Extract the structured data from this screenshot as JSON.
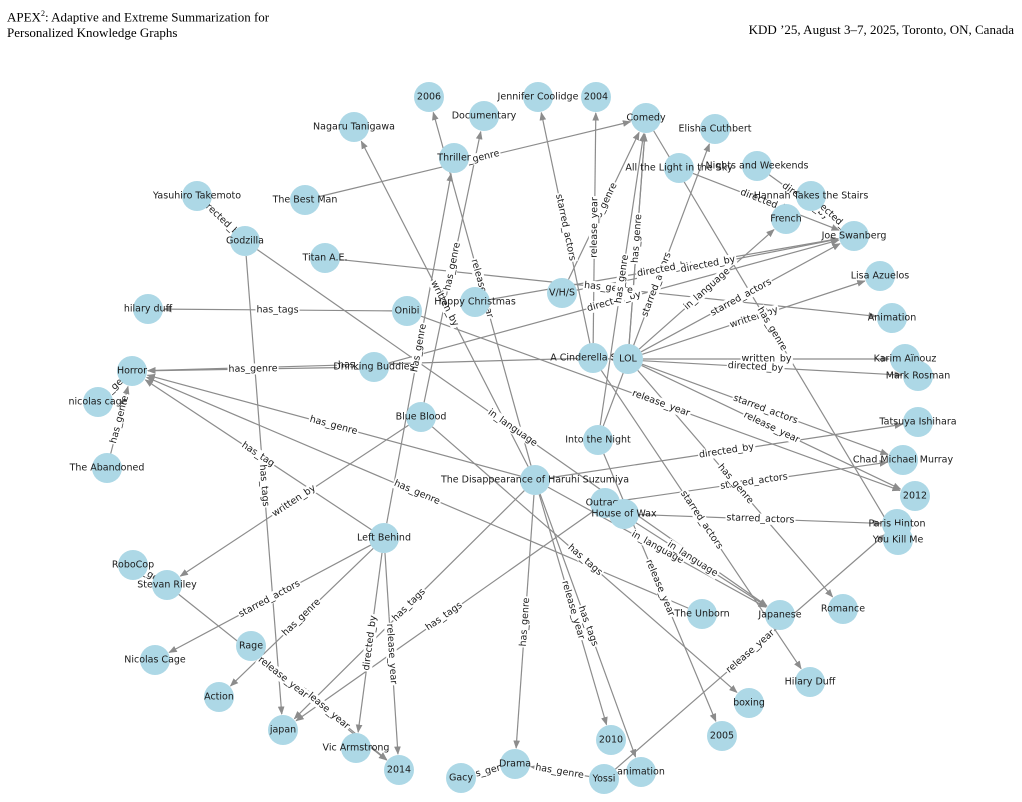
{
  "header": {
    "title_prefix": "APEX",
    "title_sup": "2",
    "title_rest": ": Adaptive and Extreme Summarization for",
    "title_line2": "Personalized Knowledge Graphs",
    "venue": "KDD ’25, August 3–7, 2025, Toronto, ON, Canada"
  },
  "graph": {
    "nodes": [
      {
        "id": "2006",
        "label": "2006"
      },
      {
        "id": "Documentary",
        "label": "Documentary"
      },
      {
        "id": "JenniferCoolidge",
        "label": "Jennifer Coolidge"
      },
      {
        "id": "2004",
        "label": "2004"
      },
      {
        "id": "Comedy",
        "label": "Comedy"
      },
      {
        "id": "ElishaCuthbert",
        "label": "Elisha Cuthbert"
      },
      {
        "id": "NagaruTanigawa",
        "label": "Nagaru Tanigawa"
      },
      {
        "id": "Thriller",
        "label": "Thriller"
      },
      {
        "id": "AllTheLight",
        "label": "All the Light in the Sky"
      },
      {
        "id": "NightsWeekends",
        "label": "Nights and Weekends"
      },
      {
        "id": "YasuhiroTakemoto",
        "label": "Yasuhiro Takemoto"
      },
      {
        "id": "TheBestMan",
        "label": "The Best Man"
      },
      {
        "id": "HannahStairs",
        "label": "Hannah Takes the Stairs"
      },
      {
        "id": "French",
        "label": "French"
      },
      {
        "id": "JoeSwanberg",
        "label": "Joe Swanberg"
      },
      {
        "id": "Godzilla",
        "label": "Godzilla"
      },
      {
        "id": "TitanAE",
        "label": "Titan A.E."
      },
      {
        "id": "LisaAzuelos",
        "label": "Lisa Azuelos"
      },
      {
        "id": "VHS",
        "label": "V/H/S"
      },
      {
        "id": "HappyChristmas",
        "label": "Happy Christmas"
      },
      {
        "id": "hilaryduff",
        "label": "hilary duff"
      },
      {
        "id": "Onibi",
        "label": "Onibi"
      },
      {
        "id": "Animation",
        "label": "Animation"
      },
      {
        "id": "Cinderella",
        "label": "A Cinderella Story"
      },
      {
        "id": "LOL",
        "label": "LOL"
      },
      {
        "id": "KarimAinouz",
        "label": "Karim Aïnouz"
      },
      {
        "id": "Horror",
        "label": "Horror"
      },
      {
        "id": "DrinkingBuddies",
        "label": "Drinking Buddies"
      },
      {
        "id": "MarkRosman",
        "label": "Mark Rosman"
      },
      {
        "id": "nicolascage",
        "label": "nicolas cage"
      },
      {
        "id": "TatsuyaIshihara",
        "label": "Tatsuya Ishihara"
      },
      {
        "id": "BlueBlood",
        "label": "Blue Blood"
      },
      {
        "id": "IntoTheNight",
        "label": "Into the Night"
      },
      {
        "id": "ChadMurray",
        "label": "Chad Michael Murray"
      },
      {
        "id": "TheAbandoned",
        "label": "The Abandoned"
      },
      {
        "id": "Haruhi",
        "label": "The Disappearance of Haruhi Suzumiya"
      },
      {
        "id": "2012",
        "label": "2012"
      },
      {
        "id": "Outrage",
        "label": "Outrage"
      },
      {
        "id": "HouseOfWax",
        "label": "House of Wax"
      },
      {
        "id": "ParisHinton",
        "label": "Paris Hinton"
      },
      {
        "id": "LeftBehind",
        "label": "Left Behind"
      },
      {
        "id": "YouKillMe",
        "label": "You Kill Me"
      },
      {
        "id": "RoboCop",
        "label": "RoboCop"
      },
      {
        "id": "StevanRiley",
        "label": "Stevan Riley"
      },
      {
        "id": "TheUnborn",
        "label": "The Unborn"
      },
      {
        "id": "Japanese",
        "label": "Japanese"
      },
      {
        "id": "Romance",
        "label": "Romance"
      },
      {
        "id": "Rage",
        "label": "Rage"
      },
      {
        "id": "NicolasCage",
        "label": "Nicolas Cage"
      },
      {
        "id": "HilaryDuff",
        "label": "Hilary Duff"
      },
      {
        "id": "Action",
        "label": "Action"
      },
      {
        "id": "boxing",
        "label": "boxing"
      },
      {
        "id": "japan",
        "label": "japan"
      },
      {
        "id": "2005",
        "label": "2005"
      },
      {
        "id": "2010",
        "label": "2010"
      },
      {
        "id": "VicArmstrong",
        "label": "Vic Armstrong"
      },
      {
        "id": "2014",
        "label": "2014"
      },
      {
        "id": "Drama",
        "label": "Drama"
      },
      {
        "id": "animation",
        "label": "animation"
      },
      {
        "id": "Gacy",
        "label": "Gacy"
      },
      {
        "id": "Yossi",
        "label": "Yossi"
      }
    ],
    "edges": [
      {
        "from": "TheBestMan",
        "to": "Comedy",
        "label": "has_genre"
      },
      {
        "from": "LOL",
        "to": "Comedy",
        "label": "has_genre"
      },
      {
        "from": "LOL",
        "to": "Comedy",
        "label": "has_genre"
      },
      {
        "from": "VHS",
        "to": "Comedy",
        "label": "has_genre"
      },
      {
        "from": "Cinderella",
        "to": "JenniferCoolidge",
        "label": "starred_actors"
      },
      {
        "from": "Haruhi",
        "to": "2006",
        "label": "release_year"
      },
      {
        "from": "Cinderella",
        "to": "2004",
        "label": "release_year"
      },
      {
        "from": "IntoTheNight",
        "to": "ElishaCuthbert",
        "label": "starred_actors"
      },
      {
        "from": "HappyChristmas",
        "to": "JoeSwanberg",
        "label": "directed_by"
      },
      {
        "from": "DrinkingBuddies",
        "to": "JoeSwanberg",
        "label": "directed_by"
      },
      {
        "from": "VHS",
        "to": "JoeSwanberg",
        "label": "directed_by"
      },
      {
        "from": "AllTheLight",
        "to": "JoeSwanberg",
        "label": "directed_by"
      },
      {
        "from": "NightsWeekends",
        "to": "JoeSwanberg",
        "label": "directed_by"
      },
      {
        "from": "HannahStairs",
        "to": "JoeSwanberg",
        "label": "directed_by"
      },
      {
        "from": "LOL",
        "to": "French",
        "label": "in_language"
      },
      {
        "from": "LOL",
        "to": "LisaAzuelos",
        "label": "written_by"
      },
      {
        "from": "LOL",
        "to": "JoeSwanberg",
        "label": "starred_actors"
      },
      {
        "from": "TitanAE",
        "to": "Animation",
        "label": "has_genre"
      },
      {
        "from": "LOL",
        "to": "KarimAinouz",
        "label": "written_by"
      },
      {
        "from": "Cinderella",
        "to": "MarkRosman",
        "label": "directed_by"
      },
      {
        "from": "Haruhi",
        "to": "TatsuyaIshihara",
        "label": "directed_by"
      },
      {
        "from": "LOL",
        "to": "ChadMurray",
        "label": "starred_actors"
      },
      {
        "from": "LOL",
        "to": "2012",
        "label": "release_year"
      },
      {
        "from": "Onibi",
        "to": "2012",
        "label": "release_year"
      },
      {
        "from": "HouseOfWax",
        "to": "ParisHinton",
        "label": "starred_actors"
      },
      {
        "from": "Outrage",
        "to": "ChadMurray",
        "label": "starred_actors"
      },
      {
        "from": "Comedy",
        "to": "YouKillMe",
        "label": "has_genre"
      },
      {
        "from": "Onibi",
        "to": "hilaryduff",
        "label": "has_tags"
      },
      {
        "from": "DrinkingBuddies",
        "to": "Horror",
        "label": "has_genre"
      },
      {
        "from": "Cinderella",
        "to": "Horror",
        "label": "has_genre"
      },
      {
        "from": "Haruhi",
        "to": "Horror",
        "label": "has_genre"
      },
      {
        "from": "LeftBehind",
        "to": "Horror",
        "label": "has_tag"
      },
      {
        "from": "TheAbandoned",
        "to": "Horror",
        "label": "has_genre"
      },
      {
        "from": "Godzilla",
        "to": "YasuhiroTakemoto",
        "label": "directed_by"
      },
      {
        "from": "Godzilla",
        "to": "japan",
        "label": "has_tags"
      },
      {
        "from": "Godzilla",
        "to": "Japanese",
        "label": "in_language"
      },
      {
        "from": "LeftBehind",
        "to": "Thriller",
        "label": "has_genre"
      },
      {
        "from": "Haruhi",
        "to": "NagaruTanigawa",
        "label": "written_by"
      },
      {
        "from": "LeftBehind",
        "to": "2014",
        "label": "release_year"
      },
      {
        "from": "LeftBehind",
        "to": "VicArmstrong",
        "label": "directed_by"
      },
      {
        "from": "LeftBehind",
        "to": "NicolasCage",
        "label": "starred_actors"
      },
      {
        "from": "LeftBehind",
        "to": "Action",
        "label": "has_genre"
      },
      {
        "from": "BlueBlood",
        "to": "StevanRiley",
        "label": "written_by"
      },
      {
        "from": "BlueBlood",
        "to": "boxing",
        "label": "has_tags"
      },
      {
        "from": "BlueBlood",
        "to": "Documentary",
        "label": "has_genre"
      },
      {
        "from": "Haruhi",
        "to": "Japanese",
        "label": "in_language"
      },
      {
        "from": "Haruhi",
        "to": "2010",
        "label": "release_year"
      },
      {
        "from": "Haruhi",
        "to": "animation",
        "label": "has_tags"
      },
      {
        "from": "Haruhi",
        "to": "Drama",
        "label": "has_genre"
      },
      {
        "from": "Haruhi",
        "to": "japan",
        "label": "has_tags"
      },
      {
        "from": "Outrage",
        "to": "japan",
        "label": "has_tags"
      },
      {
        "from": "Outrage",
        "to": "Japanese",
        "label": "in_language"
      },
      {
        "from": "LOL",
        "to": "Romance",
        "label": "has_genre"
      },
      {
        "from": "Cinderella",
        "to": "HilaryDuff",
        "label": "starred_actors"
      },
      {
        "from": "TheUnborn",
        "to": "Horror",
        "label": "has_genre"
      },
      {
        "from": "IntoTheNight",
        "to": "2005",
        "label": "release_year"
      },
      {
        "from": "Rage",
        "to": "2014",
        "label": "release_year"
      },
      {
        "from": "StevanRiley",
        "to": "2014",
        "label": "release_year"
      },
      {
        "from": "Yossi",
        "to": "ParisHinton",
        "label": "release_year"
      },
      {
        "from": "Gacy",
        "to": "Drama",
        "label": "has_genre"
      },
      {
        "from": "Yossi",
        "to": "Drama",
        "label": "has_genre"
      },
      {
        "from": "IntoTheNight",
        "to": "Comedy",
        "label": "has_genre"
      },
      {
        "from": "nicolascage",
        "to": "Horror",
        "label": "has_genre"
      },
      {
        "from": "RoboCop",
        "to": "StevanRiley",
        "label": "has_genre"
      }
    ]
  }
}
